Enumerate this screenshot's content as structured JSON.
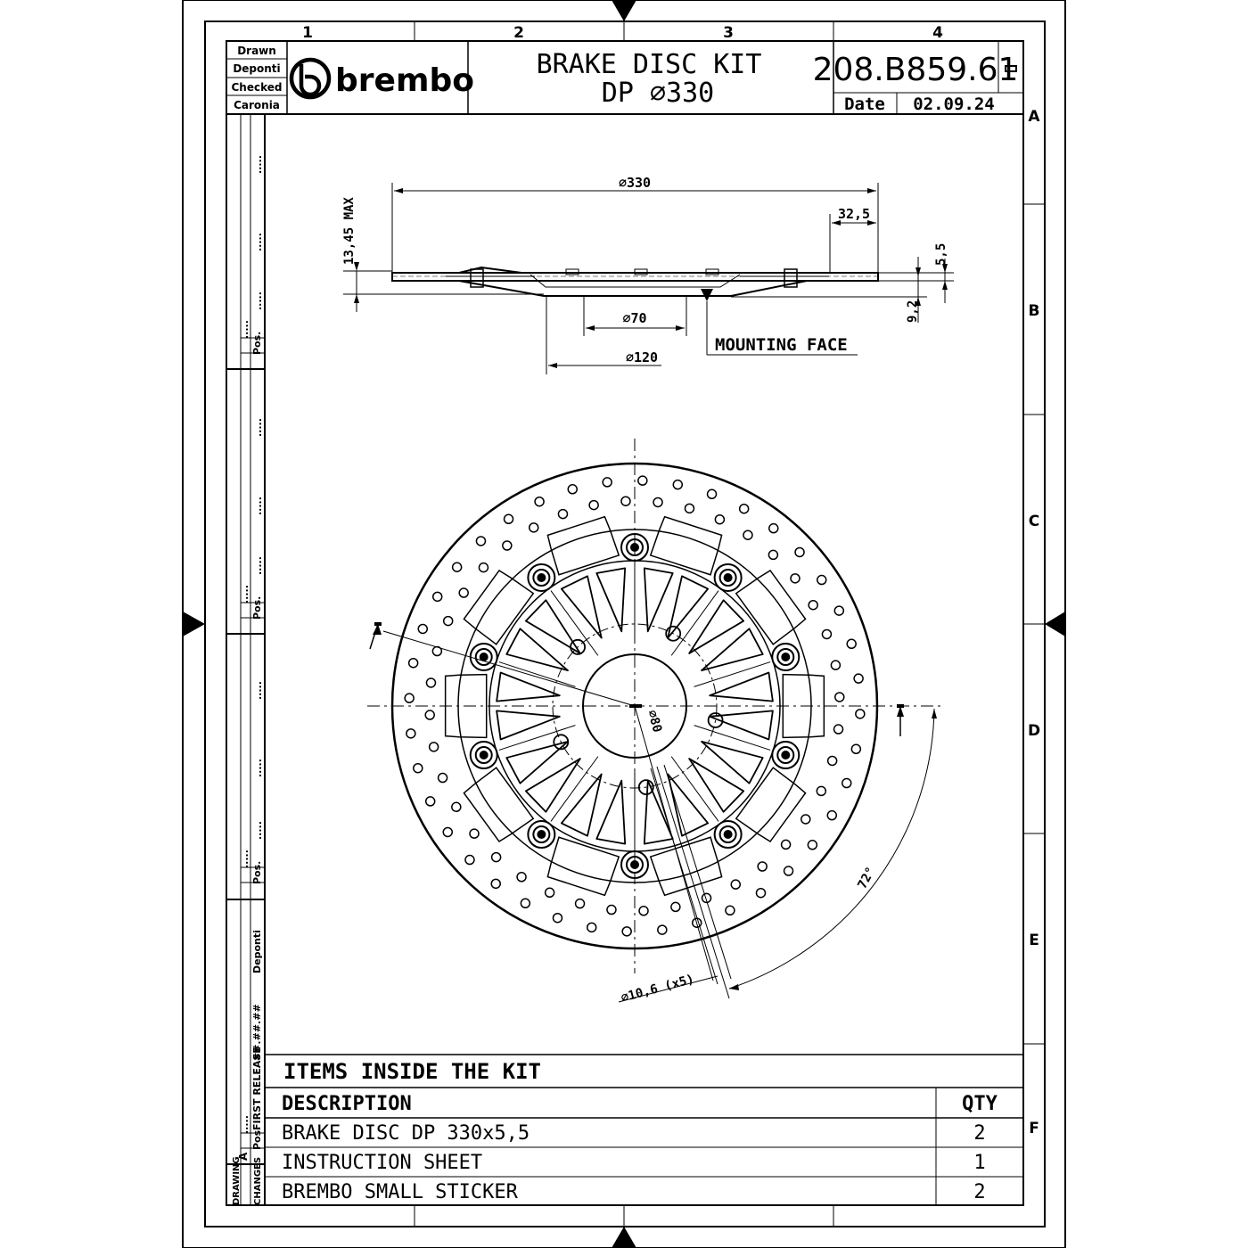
{
  "title_block": {
    "zone_columns": [
      "1",
      "2",
      "3",
      "4"
    ],
    "zone_rows": [
      "A",
      "B",
      "C",
      "D",
      "E",
      "F"
    ],
    "drawn_label": "Drawn",
    "drawn_by": "Deponti",
    "checked_label": "Checked",
    "checked_by": "Caronia",
    "logo_text": "brembo",
    "title_line1": "BRAKE DISC KIT",
    "title_line2": "DP ∅330",
    "part_number": "208.B859.61",
    "revision_mark": "-",
    "date_label": "Date",
    "date_value": "02.09.24"
  },
  "side_strip": {
    "pos_label": "Pos.",
    "author": "Deponti",
    "release_date": "##.##.##",
    "first_release": "FIRST RELEASE",
    "revision_letter": "A",
    "drawing_label": "DRAWING",
    "changes_label": "CHANGES",
    "dots": "....."
  },
  "dimensions": {
    "outer_diameter": "∅330",
    "band_width": "32,5",
    "max_thickness": "13,45 MAX",
    "disc_thickness": "5,5",
    "offset": "9,2",
    "bore_diameter": "∅70",
    "flange_diameter": "∅120",
    "mounting_face": "MOUNTING FACE",
    "pcd": "∅80",
    "angle": "72°",
    "hole_spec": "∅10,6 (x5)"
  },
  "items_table": {
    "title": "ITEMS INSIDE THE KIT",
    "header_description": "DESCRIPTION",
    "header_qty": "QTY",
    "rows": [
      {
        "description": "BRAKE DISC DP 330x5,5",
        "qty": "2"
      },
      {
        "description": "INSTRUCTION SHEET",
        "qty": "1"
      },
      {
        "description": "BREMBO SMALL STICKER",
        "qty": "2"
      }
    ]
  }
}
